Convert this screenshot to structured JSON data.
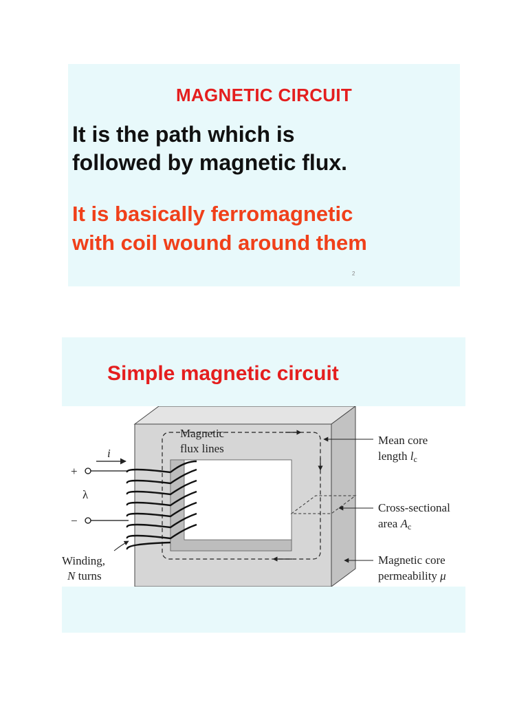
{
  "slide1": {
    "title": "MAGNETIC CIRCUIT",
    "body": "It is the path which is\nfollowed by  magnetic flux.",
    "body_red": "It is basically ferromagnetic\nwith coil wound around them",
    "page_number": "2"
  },
  "slide2": {
    "title": "Simple magnetic circuit",
    "figure": {
      "flux_label_1": "Magnetic",
      "flux_label_2": "flux lines",
      "current": "i",
      "plus": "+",
      "lambda": "λ",
      "minus": "−",
      "winding_1": "Winding,",
      "winding_N": "N",
      "winding_turns": " turns",
      "mean_core_1": "Mean core",
      "mean_core_2": "length ",
      "mean_core_sym": "l",
      "mean_core_sub": "c",
      "cross_1": "Cross-sectional",
      "cross_2": "area ",
      "cross_sym": "A",
      "cross_sub": "c",
      "perm_1": "Magnetic core",
      "perm_2": "permeability ",
      "perm_sym": "μ"
    }
  },
  "colors": {
    "slide_bg": "#e8f9fb",
    "title_red": "#e41e1e",
    "body_red": "#f0401a"
  }
}
